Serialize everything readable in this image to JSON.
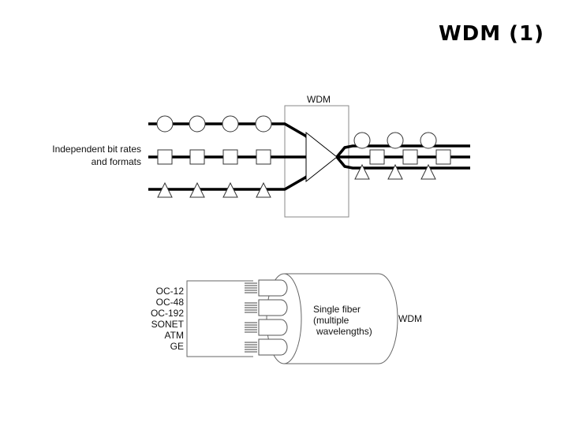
{
  "slide": {
    "title": "WDM (1)"
  },
  "top_diagram": {
    "box_label": "WDM",
    "input_label": [
      "Independent bit rates",
      "and formats"
    ],
    "channels": [
      {
        "shape": "circle"
      },
      {
        "shape": "square"
      },
      {
        "shape": "triangle"
      }
    ]
  },
  "bottom_diagram": {
    "protocols": [
      "OC-12",
      "OC-48",
      "OC-192",
      "SONET",
      "ATM",
      "GE"
    ],
    "fiber_label": [
      "Single fiber",
      "(multiple",
      "wavelengths)"
    ],
    "wdm_label": "WDM"
  },
  "colors": {
    "line": "#000000",
    "box": "#888888",
    "fill": "#ffffff"
  }
}
